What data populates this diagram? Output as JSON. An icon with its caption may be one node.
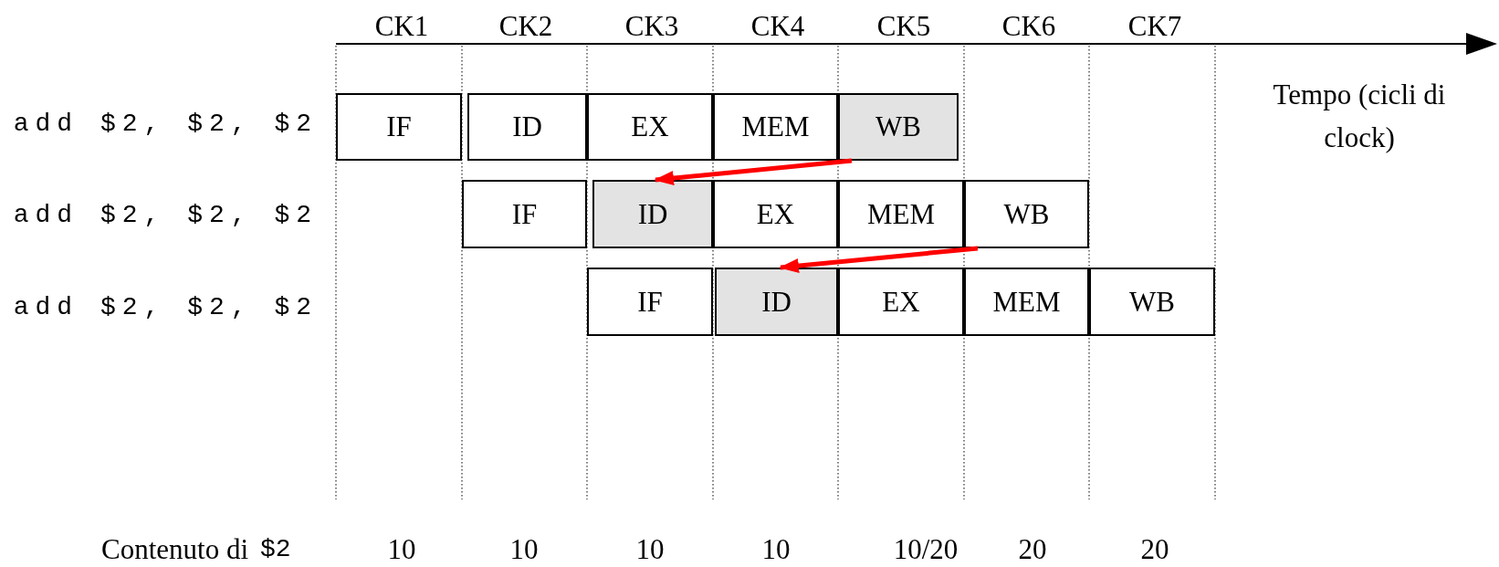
{
  "diagram": {
    "nodes": [
      {
        "text": [
          "IF"
        ]
      },
      {
        "text": [
          "ID"
        ]
      },
      {
        "text": [
          "EX"
        ]
      },
      {
        "text": [
          "MEM"
        ]
      },
      {
        "text": [
          "WB"
        ]
      },
      {
        "text": [
          "IF"
        ]
      },
      {
        "text": [
          "ID"
        ]
      },
      {
        "text": [
          "EX"
        ]
      },
      {
        "text": [
          "MEM"
        ]
      },
      {
        "text": [
          "WB"
        ]
      },
      {
        "text": [
          "IF"
        ]
      },
      {
        "text": [
          "ID"
        ]
      },
      {
        "text": [
          "EX"
        ]
      },
      {
        "text": [
          "MEM"
        ]
      },
      {
        "text": [
          "WB"
        ]
      }
    ],
    "edges": [
      {
        "from": 4,
        "to": 6,
        "arrow": "to",
        "color": "#ff0000"
      },
      {
        "from": 9,
        "to": 11,
        "arrow": "to",
        "color": "#ff0000"
      }
    ],
    "labels": [
      "CK1",
      "CK2",
      "CK3",
      "CK4",
      "CK5",
      "CK6",
      "CK7",
      "add $2, $2, $2",
      "Tempo (cicli di clock)",
      "add $2, $2, $2",
      "add $2, $2, $2",
      "Contenuto di",
      "$2",
      "10",
      "10",
      "10",
      "10",
      "10/20",
      "20",
      "20"
    ]
  }
}
